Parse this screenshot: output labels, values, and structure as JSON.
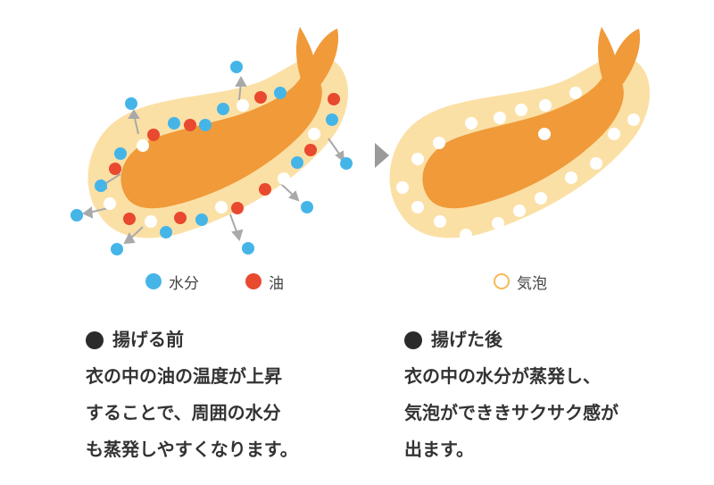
{
  "colors": {
    "batter": "#fbe0a6",
    "shrimp": "#f09a3a",
    "water": "#45b5e8",
    "oil": "#e8492f",
    "bubble": "#ffffff",
    "arrow": "#a9a9a9"
  },
  "before": {
    "legend_water": "水分",
    "legend_oil": "油",
    "title": "揚げる前",
    "lines": [
      "衣の中の油の温度が上昇",
      "することで、周囲の水分",
      "も蒸発しやすくなります。"
    ]
  },
  "after": {
    "legend_bubble": "気泡",
    "title": "揚げた後",
    "lines": [
      "衣の中の水分が蒸発し、",
      "気泡ができきサクサク感が",
      "出ます。"
    ]
  }
}
